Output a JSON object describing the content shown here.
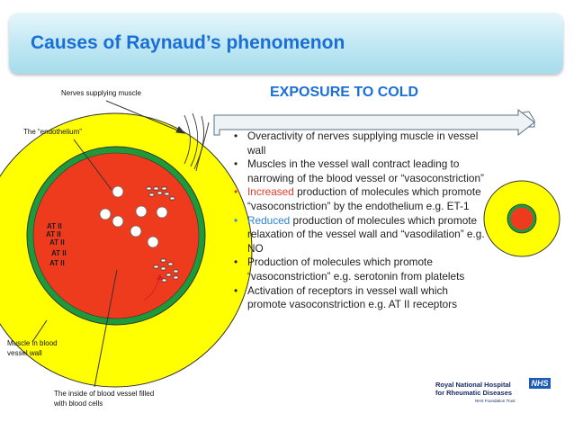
{
  "title": "Causes of Raynaud’s phenomenon",
  "exposure_heading": "EXPOSURE TO COLD",
  "diagram_labels": {
    "nerves": "Nerves supplying muscle",
    "endothelium": "The “endothelium”",
    "muscle": "Muscle in blood vessel wall",
    "inside": "The inside of blood vessel filled with blood cells"
  },
  "receptor_labels": [
    "AT II",
    "AT II",
    "AT II",
    "AT II",
    "AT II"
  ],
  "causes": [
    {
      "pre": "",
      "highlight": "",
      "highlight_color": "",
      "rest": "Overactivity of nerves supplying muscle in vessel wall"
    },
    {
      "pre": "",
      "highlight": "",
      "highlight_color": "",
      "rest": "Muscles in the vessel wall contract leading to narrowing of the blood vessel or “vasoconstriction”"
    },
    {
      "pre": "",
      "highlight": "Increased",
      "highlight_color": "red",
      "rest": " production of molecules which promote “vasoconstriction” by the endothelium e.g. ET-1"
    },
    {
      "pre": "",
      "highlight": "Reduced",
      "highlight_color": "blue",
      "rest": " production of molecules which promote relaxation of the vessel wall and “vasodilation” e.g. NO"
    },
    {
      "pre": "",
      "highlight": "",
      "highlight_color": "",
      "rest": "Production of molecules which promote “vasoconstriction” e.g. serotonin from platelets"
    },
    {
      "pre": "",
      "highlight": "",
      "highlight_color": "",
      "rest": "Activation of receptors in vessel wall which promote vasoconstriction e.g. AT II receptors"
    }
  ],
  "bullet": "•",
  "logo": {
    "line1": "Royal National Hospital",
    "line2": "for Rheumatic Diseases",
    "line3": "NHS Foundation Trust",
    "nhs": "NHS"
  },
  "colors": {
    "title_blue": "#1a6fd6",
    "yellow": "#ffff00",
    "green": "#1f9a3a",
    "red": "#ee3b1e",
    "highlight_red": "#e8392a",
    "highlight_blue": "#2a84d6"
  }
}
